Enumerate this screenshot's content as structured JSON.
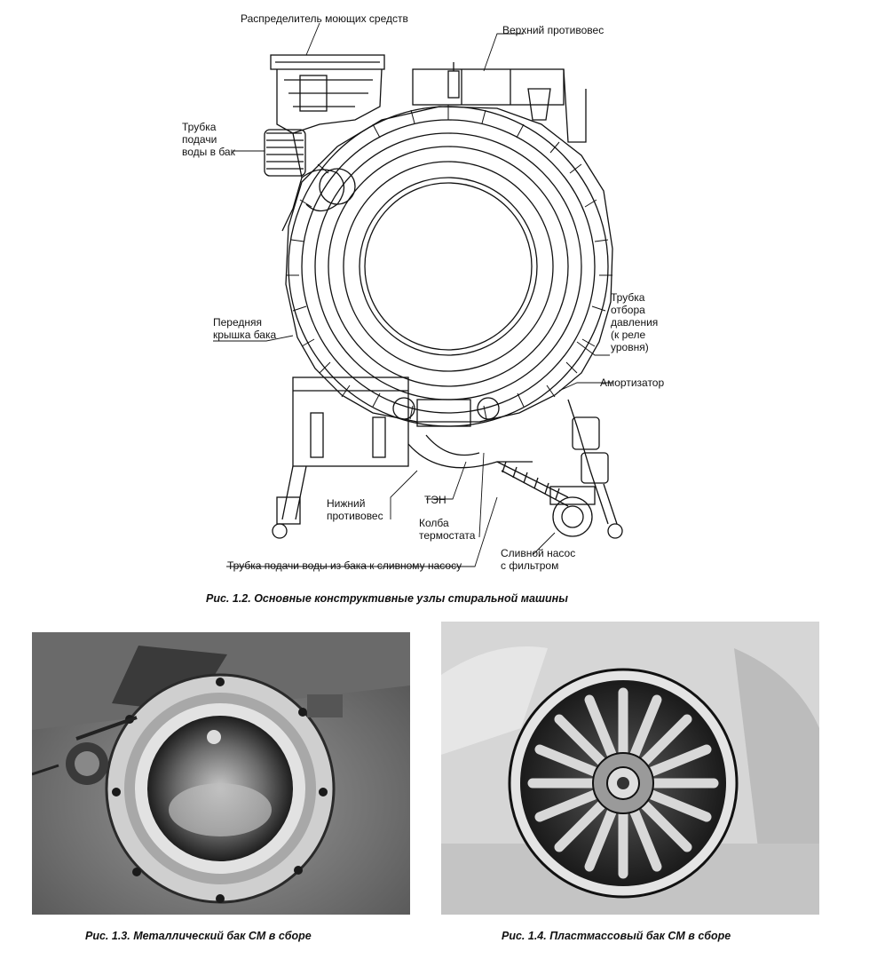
{
  "figure_1_2": {
    "labels": {
      "detergent_dispenser": "Распределитель моющих средств",
      "upper_counterweight": "Верхний противовес",
      "water_inlet_tube": "Трубка\nподачи\nводы в бак",
      "front_tank_cover": "Передняя\nкрышка бака",
      "pressure_tube": "Трубка\nотбора\nдавления\n(к реле\nуровня)",
      "shock_absorber": "Амортизатор",
      "lower_counterweight": "Нижний\nпротивовес",
      "heater": "ТЭН",
      "thermostat_bulb": "Колба\nтермостата",
      "drain_tube": "Трубка подачи воды из бака к сливному насосу",
      "drain_pump": "Сливной насос\nс фильтром"
    },
    "caption": "Рис. 1.2. Основные конструктивные узлы стиральной машины"
  },
  "figure_1_3": {
    "caption": "Рис. 1.3. Металлический бак СМ в сборе"
  },
  "figure_1_4": {
    "caption": "Рис. 1.4. Пластмассовый бак СМ в сборе"
  },
  "colors": {
    "ink": "#111111",
    "photo_dark": "#2a2a2a",
    "photo_mid": "#8a8a8a",
    "photo_light": "#d8d8d8"
  }
}
